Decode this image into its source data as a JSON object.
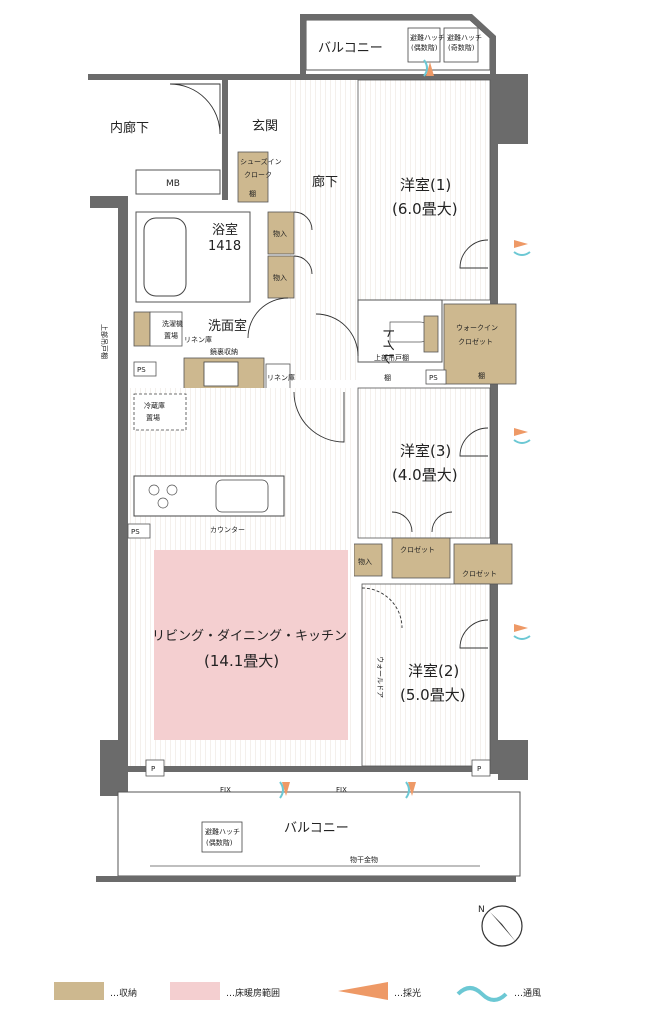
{
  "plan": {
    "rooms": {
      "ldk_name": "リビング・ダイニング・キッチン",
      "ldk_size": "(14.1畳大)",
      "room1_name": "洋室(1)",
      "room1_size": "(6.0畳大)",
      "room2_name": "洋室(2)",
      "room2_size": "(5.0畳大)",
      "room3_name": "洋室(3)",
      "room3_size": "(4.0畳大)",
      "bath_name": "浴室",
      "bath_size": "1418",
      "washroom": "洗面室",
      "toilet": "トイレ",
      "entrance": "玄関",
      "corridor": "廊下",
      "inner_corridor": "内廊下",
      "balcony_top": "バルコニー",
      "balcony_bottom": "バルコニー"
    },
    "storage": {
      "shoes_in_cloak_1": "シューズイン",
      "shoes_in_cloak_2": "クローク",
      "walk_in_1": "ウォークイン",
      "walk_in_2": "クロゼット",
      "closet_a": "クロゼット",
      "closet_b": "クロゼット",
      "storage_a": "物入",
      "storage_b": "物入",
      "storage_c": "物入",
      "shelf": "棚"
    },
    "fixtures": {
      "mb": "MB",
      "ps": "PS",
      "p": "P",
      "fix": "FIX",
      "linen": "リネン庫",
      "counter": "カウンター",
      "washer_1": "洗濯機",
      "washer_2": "置場",
      "fridge_1": "冷蔵庫",
      "fridge_2": "置場",
      "vanity_storage": "鏡裏収納",
      "upper_cabinet": "上部吊戸棚",
      "wall_door": "ウォールドア",
      "dryer_hardware": "物干金物",
      "hatch_top_even_1": "避難ハッチ",
      "hatch_top_even_2": "(偶数階)",
      "hatch_top_odd_1": "避難ハッチ",
      "hatch_top_odd_2": "(奇数階)",
      "hatch_bottom_1": "避難ハッチ",
      "hatch_bottom_2": "(偶数階)",
      "north": "N"
    },
    "colors": {
      "storage": "#cdb88f",
      "heated_floor": "#f4cfd0",
      "daylight": "#ee9966",
      "ventilation": "#6cc8d4",
      "wall": "#6b6b6b"
    }
  },
  "legend": [
    {
      "icon": "storage-swatch",
      "label": "…収納"
    },
    {
      "icon": "floor-heating-swatch",
      "label": "…床暖房範囲"
    },
    {
      "icon": "daylight-icon",
      "label": "…採光"
    },
    {
      "icon": "ventilation-icon",
      "label": "…通風"
    }
  ]
}
